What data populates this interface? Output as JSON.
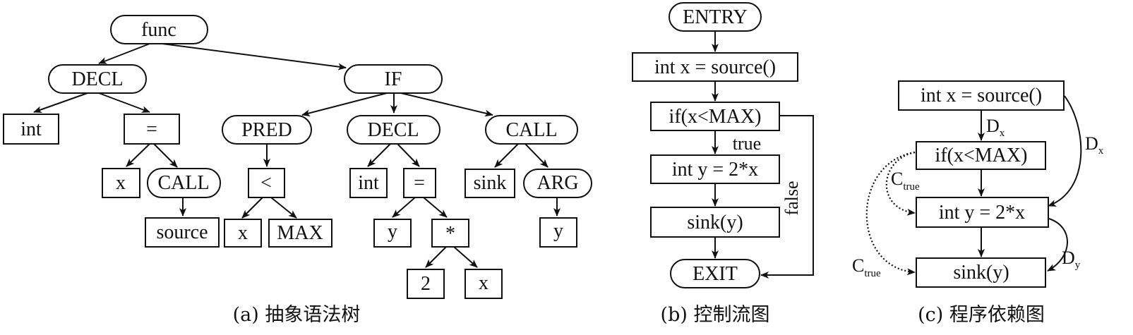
{
  "ast": {
    "caption": "(a) 抽象语法树",
    "nodes": {
      "func": "func",
      "decl1": "DECL",
      "if": "IF",
      "int1": "int",
      "eq1": "=",
      "x1": "x",
      "call1": "CALL",
      "source": "source",
      "pred": "PRED",
      "lt": "<",
      "x2": "x",
      "max": "MAX",
      "decl2": "DECL",
      "int2": "int",
      "eq2": "=",
      "y1": "y",
      "mul": "*",
      "two": "2",
      "x3": "x",
      "call2": "CALL",
      "sink": "sink",
      "arg": "ARG",
      "y2": "y"
    }
  },
  "cfg": {
    "caption": "(b) 控制流图",
    "nodes": {
      "entry": "ENTRY",
      "s1": "int x = source()",
      "s2": "if(x<MAX)",
      "s3": "int y = 2*x",
      "s4": "sink(y)",
      "exit": "EXIT"
    },
    "labels": {
      "true": "true",
      "false": "false"
    }
  },
  "pdg": {
    "caption": "(c) 程序依赖图",
    "nodes": {
      "s1": "int x = source()",
      "s2": "if(x<MAX)",
      "s3": "int y = 2*x",
      "s4": "sink(y)"
    },
    "labels": {
      "dx_main": "D",
      "dx_sub": "x",
      "dx2_main": "D",
      "dx2_sub": "x",
      "ctrue1_main": "C",
      "ctrue1_sub": "true",
      "ctrue2_main": "C",
      "ctrue2_sub": "true",
      "dy_main": "D",
      "dy_sub": "y"
    }
  }
}
